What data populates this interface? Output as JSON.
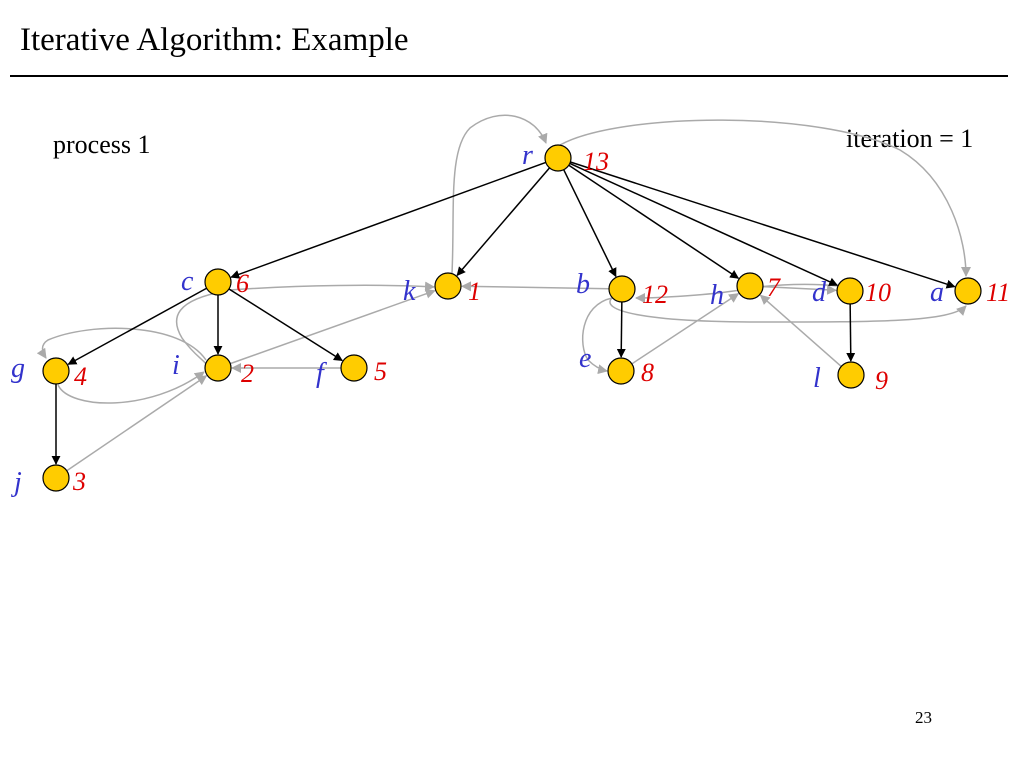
{
  "slide": {
    "title": "Iterative Algorithm: Example",
    "process_label": "process 1",
    "iteration_label": "iteration = 1",
    "page_number": "23"
  },
  "colors": {
    "node_fill": "#ffcc00",
    "node_stroke": "#000000",
    "tree_edge": "#000000",
    "nontree_edge": "#aaaaaa",
    "letter": "#3333cc",
    "number": "#dd0000"
  },
  "nodes": [
    {
      "id": "r",
      "label": "r",
      "number": "13"
    },
    {
      "id": "c",
      "label": "c",
      "number": "6"
    },
    {
      "id": "k",
      "label": "k",
      "number": "1"
    },
    {
      "id": "b",
      "label": "b",
      "number": "12"
    },
    {
      "id": "h",
      "label": "h",
      "number": "7"
    },
    {
      "id": "d",
      "label": "d",
      "number": "10"
    },
    {
      "id": "a",
      "label": "a",
      "number": "11"
    },
    {
      "id": "g",
      "label": "g",
      "number": "4"
    },
    {
      "id": "i",
      "label": "i",
      "number": "2"
    },
    {
      "id": "f",
      "label": "f",
      "number": "5"
    },
    {
      "id": "e",
      "label": "e",
      "number": "8"
    },
    {
      "id": "l",
      "label": "l",
      "number": "9"
    },
    {
      "id": "j",
      "label": "j",
      "number": "3"
    }
  ],
  "tree_edges": [
    [
      "r",
      "c"
    ],
    [
      "r",
      "k"
    ],
    [
      "r",
      "b"
    ],
    [
      "r",
      "h"
    ],
    [
      "r",
      "d"
    ],
    [
      "r",
      "a"
    ],
    [
      "c",
      "g"
    ],
    [
      "c",
      "i"
    ],
    [
      "c",
      "f"
    ],
    [
      "b",
      "e"
    ],
    [
      "d",
      "l"
    ],
    [
      "g",
      "j"
    ]
  ],
  "nontree_edges": [
    [
      "r",
      "a"
    ],
    [
      "k",
      "r"
    ],
    [
      "c",
      "k"
    ],
    [
      "b",
      "k"
    ],
    [
      "i",
      "k"
    ],
    [
      "f",
      "i"
    ],
    [
      "j",
      "i"
    ],
    [
      "g",
      "i"
    ],
    [
      "i",
      "g"
    ],
    [
      "e",
      "h"
    ],
    [
      "l",
      "h"
    ],
    [
      "b",
      "e"
    ],
    [
      "b",
      "a"
    ],
    [
      "h",
      "d"
    ],
    [
      "d",
      "b"
    ]
  ]
}
